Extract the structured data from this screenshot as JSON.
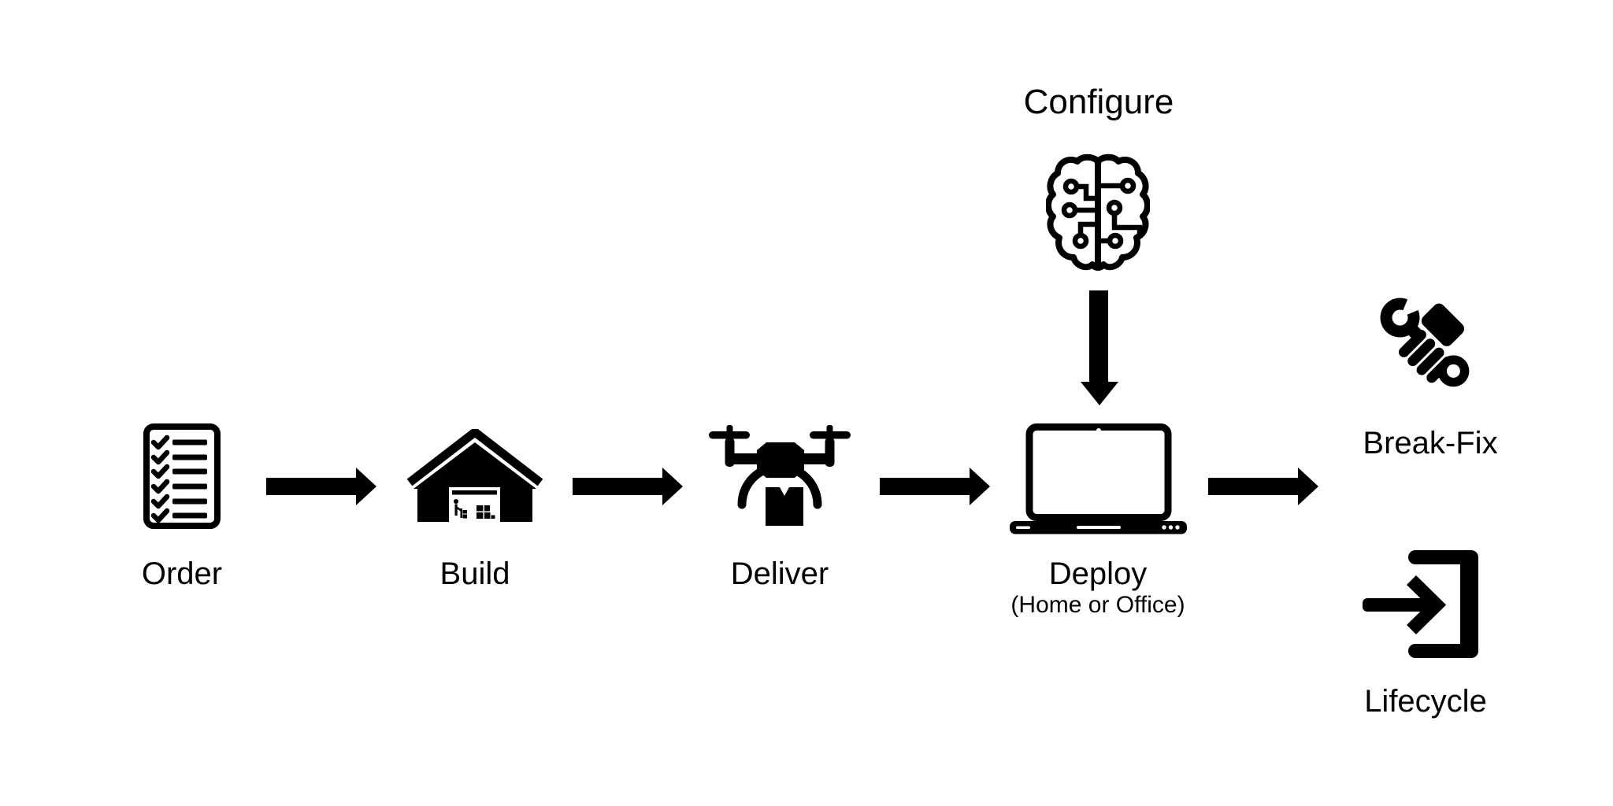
{
  "canvas": {
    "background": "#FFFFFF",
    "ink": "#000000"
  },
  "flow": {
    "stages": [
      {
        "label": "Order",
        "icon": "checklist-icon"
      },
      {
        "label": "Build",
        "icon": "warehouse-icon"
      },
      {
        "label": "Deliver",
        "icon": "drone-delivery-icon"
      },
      {
        "label": "Deploy",
        "sublabel": "(Home or Office)",
        "icon": "laptop-icon"
      }
    ],
    "configure": {
      "label": "Configure",
      "icon": "ai-brain-icon"
    },
    "outcomes": [
      {
        "label": "Break-Fix",
        "icon": "wrench-in-hand-icon"
      },
      {
        "label": "Lifecycle",
        "icon": "exit-door-arrow-icon"
      }
    ]
  }
}
